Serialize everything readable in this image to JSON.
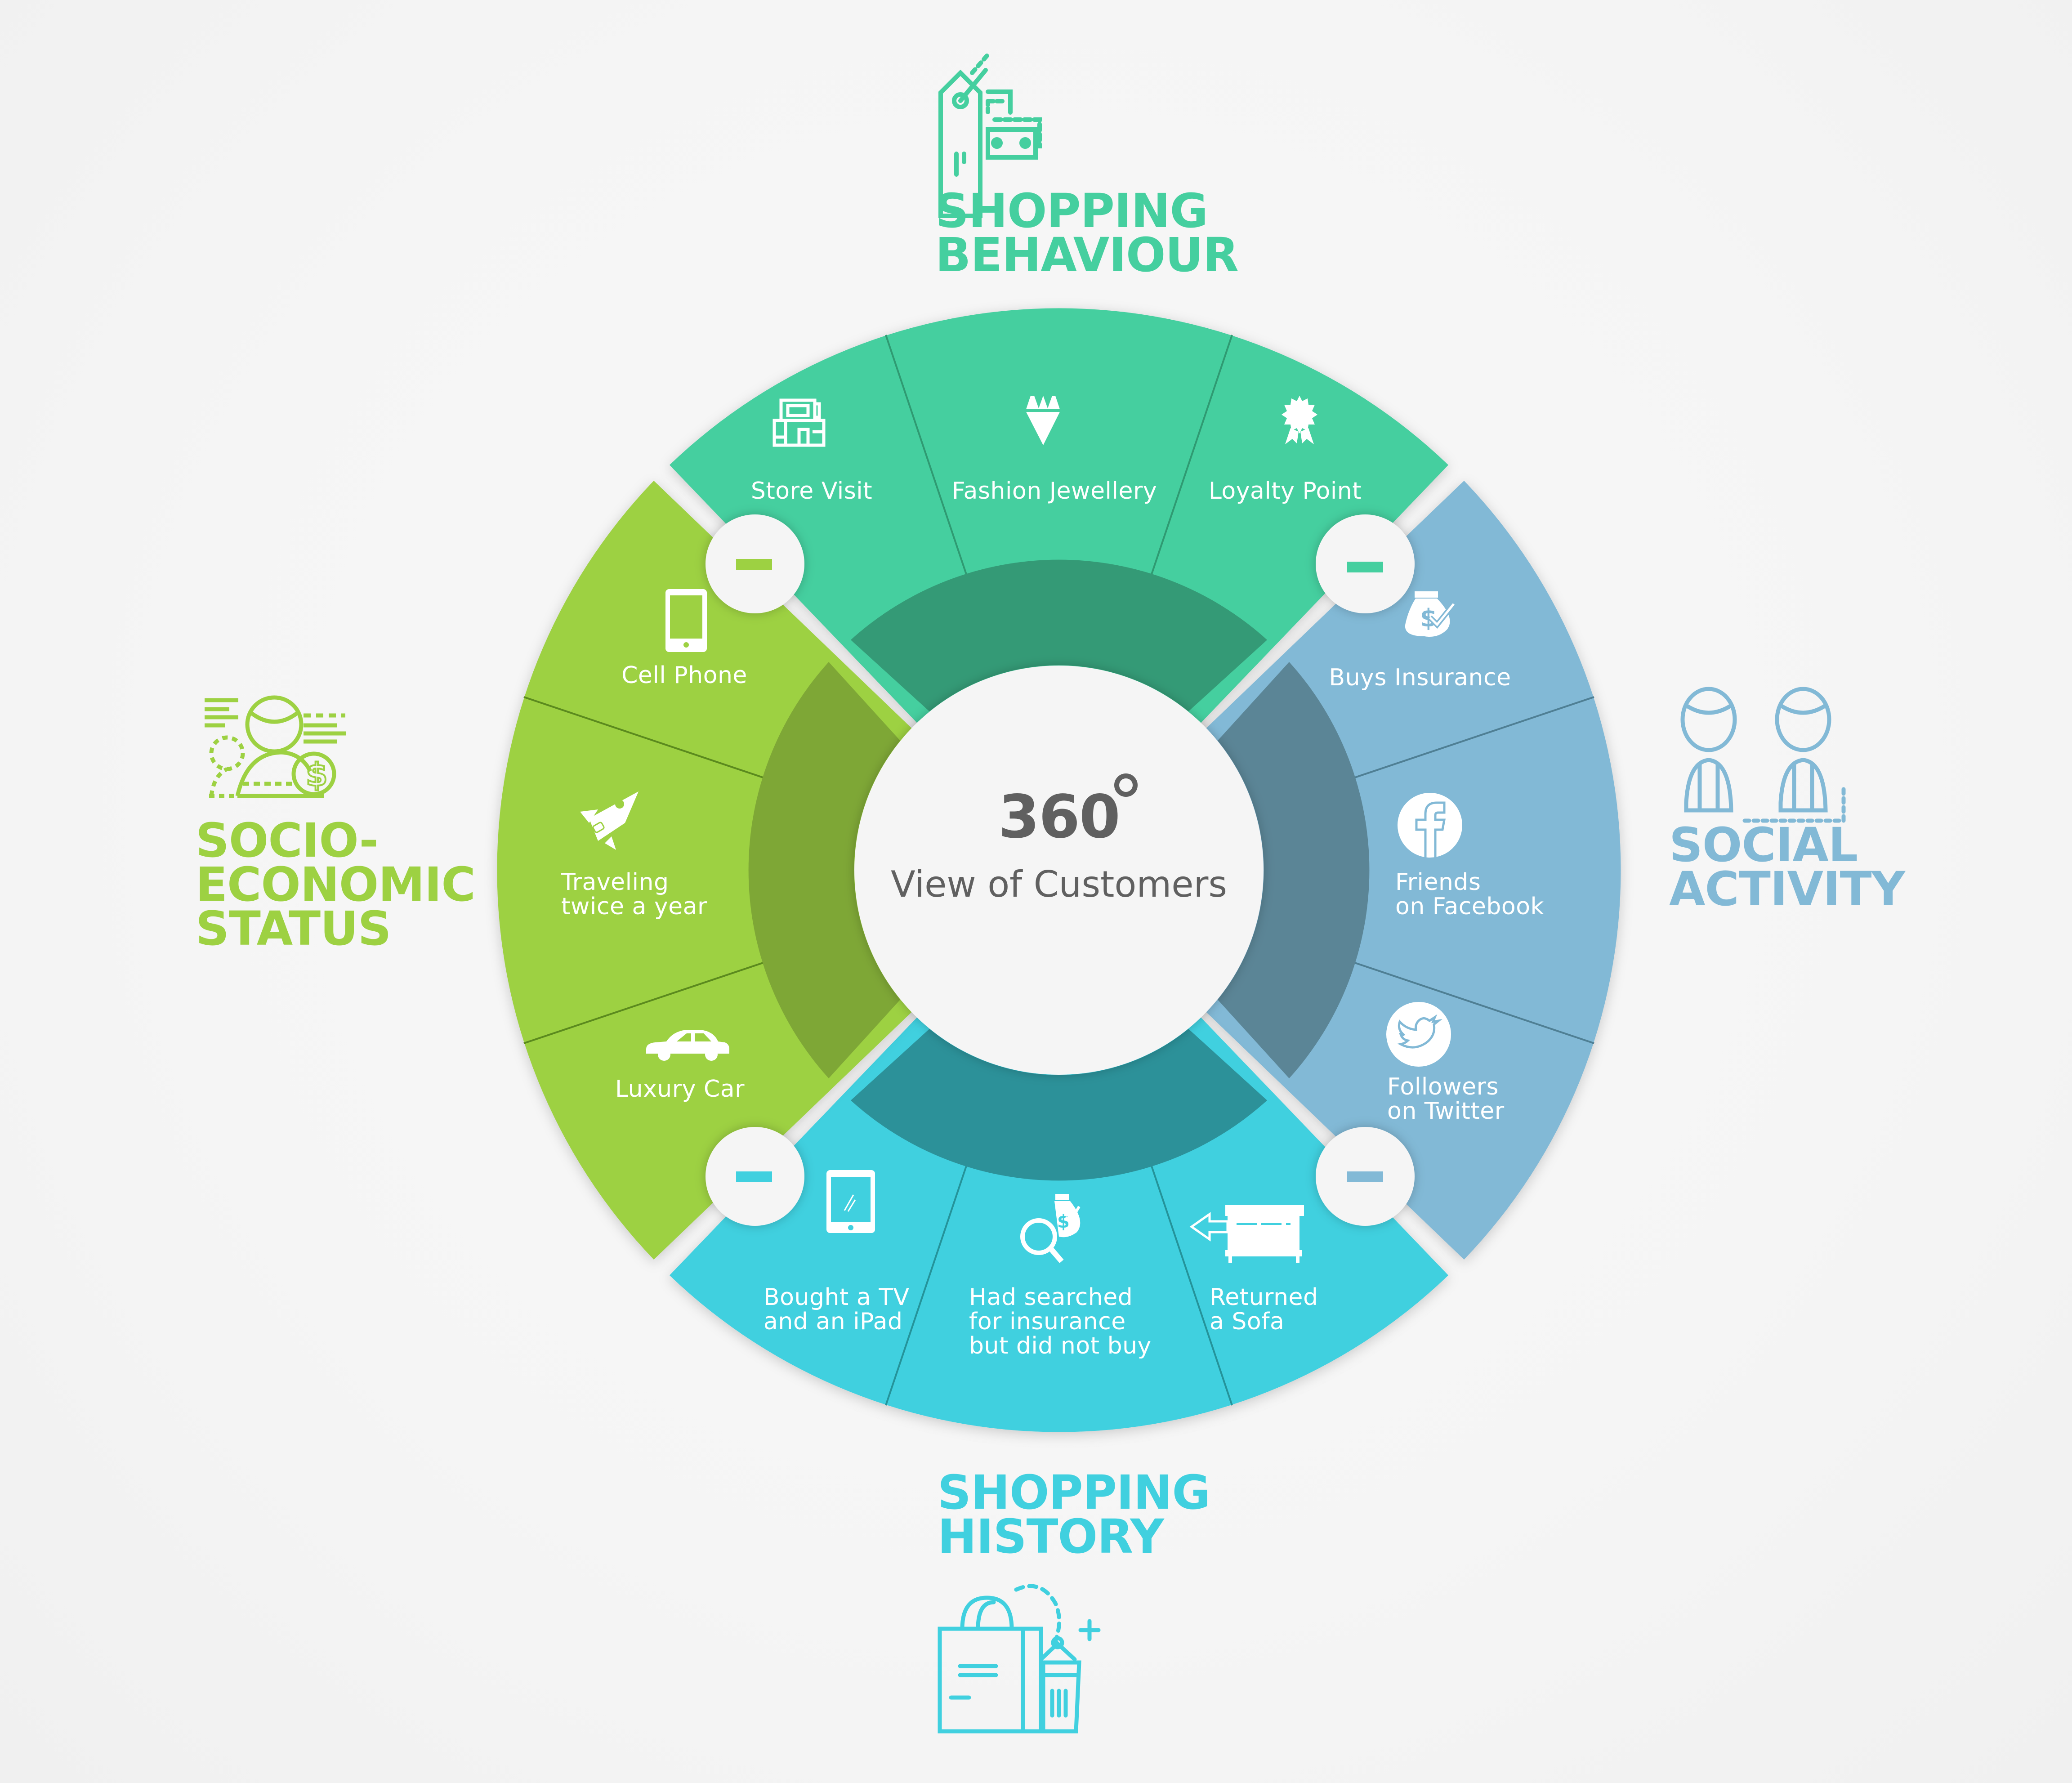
{
  "center": {
    "number": "360",
    "degree_symbol": "°",
    "subtitle": "View of Customers"
  },
  "colors": {
    "background": "#f5f5f5",
    "shopping_behaviour": "#45cf9f",
    "shopping_behaviour_inner": "#349a76",
    "social_activity": "#82b9d6",
    "social_activity_inner": "#5b8596",
    "shopping_history": "#40d0df",
    "shopping_history_inner": "#2c9199",
    "socio_economic": "#9dd142",
    "socio_economic_inner": "#7ea736",
    "center_text": "#606060"
  },
  "categories": {
    "shopping_behaviour": {
      "title": "SHOPPING\nBEHAVIOUR",
      "icon": "price-tag-money-icon",
      "segments": [
        {
          "label": "Store Visit",
          "icon": "store-building-icon"
        },
        {
          "label": "Fashion Jewellery",
          "icon": "diamond-icon"
        },
        {
          "label": "Loyalty Point",
          "icon": "award-badge-icon"
        }
      ]
    },
    "social_activity": {
      "title": "SOCIAL\nACTIVITY",
      "icon": "two-users-icon",
      "segments": [
        {
          "label": "Buys Insurance",
          "icon": "money-bag-check-icon"
        },
        {
          "label": "Friends\non Facebook",
          "icon": "facebook-icon"
        },
        {
          "label": "Followers\non Twitter",
          "icon": "twitter-icon"
        }
      ]
    },
    "shopping_history": {
      "title": "SHOPPING\nHISTORY",
      "icon": "shopping-bag-basket-icon",
      "segments": [
        {
          "label": "Bought a TV\nand an iPad",
          "icon": "tablet-icon"
        },
        {
          "label": "Had searched\nfor insurance\nbut did not buy",
          "icon": "search-money-bag-icon"
        },
        {
          "label": "Returned\na Sofa",
          "icon": "sofa-return-icon"
        }
      ]
    },
    "socio_economic": {
      "title": "SOCIO-\nECONOMIC\nSTATUS",
      "icon": "person-dollar-icon",
      "segments": [
        {
          "label": "Cell Phone",
          "icon": "cell-phone-icon"
        },
        {
          "label": "Traveling\ntwice a year",
          "icon": "rocket-icon"
        },
        {
          "label": "Luxury Car",
          "icon": "car-icon"
        }
      ]
    }
  },
  "collapse_buttons": [
    {
      "position": "top-left",
      "symbol": "−",
      "color": "#9dd142"
    },
    {
      "position": "top-right",
      "symbol": "−",
      "color": "#45cf9f"
    },
    {
      "position": "bottom-left",
      "symbol": "−",
      "color": "#40d0df"
    },
    {
      "position": "bottom-right",
      "symbol": "−",
      "color": "#82b9d6"
    }
  ]
}
